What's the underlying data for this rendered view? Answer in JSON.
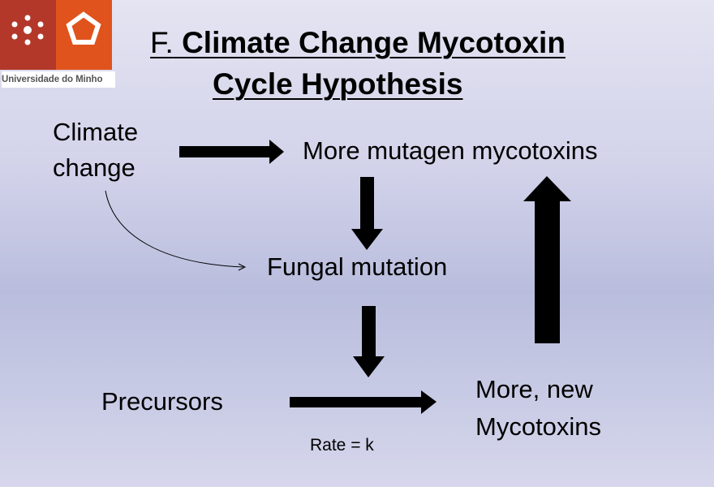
{
  "logo": {
    "caption": "Universidade do Minho"
  },
  "title": {
    "prefix": "F.",
    "line1": "Climate Change Mycotoxin",
    "line2": "Cycle Hypothesis"
  },
  "nodes": {
    "climate_change_1": "Climate",
    "climate_change_2": "change",
    "more_mutagen": "More mutagen mycotoxins",
    "fungal_mutation": "Fungal mutation",
    "precursors": "Precursors",
    "more_new_1": "More, new",
    "more_new_2": "Mycotoxins",
    "rate_label": "Rate = k"
  }
}
